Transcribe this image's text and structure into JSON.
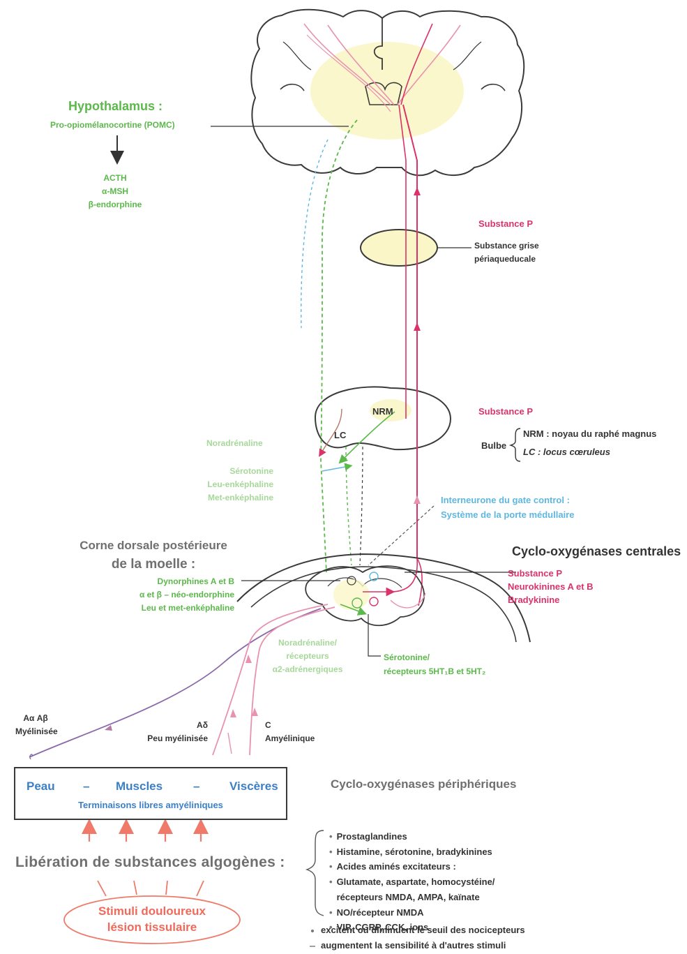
{
  "hypothalamus": {
    "title": "Hypothalamus :",
    "pomc": "Pro-opiomélanocortine (POMC)",
    "products": [
      "ACTH",
      "α-MSH",
      "β-endorphine"
    ]
  },
  "pag": {
    "neurotransmitter": "Substance P",
    "label_lines": [
      "Substance grise",
      "périaqueducale"
    ]
  },
  "bulbe": {
    "neurotransmitter": "Substance P",
    "nrm_label": "NRM",
    "lc_label": "LC",
    "title": "Bulbe",
    "nrm_def": "NRM : noyau du raphé magnus",
    "lc_def": "LC : locus cœruleus"
  },
  "descending": {
    "noradrenaline": "Noradrénaline",
    "peptides": [
      "Sérotonine",
      "Leu-enképhaline",
      "Met-enképhaline"
    ]
  },
  "gate_control": {
    "line1": "Interneurone du gate control :",
    "line2": "Système de la porte médullaire"
  },
  "dorsal_horn": {
    "title_lines": [
      "Corne dorsale postérieure",
      "de la moelle :"
    ],
    "peptides": [
      "Dynorphines A et B",
      "α et β – néo-endorphine",
      "Leu et met-enképhaline"
    ]
  },
  "central_cox": {
    "title": "Cyclo-oxygénases centrales",
    "mediators": [
      "Substance P",
      "Neurokinines A et B",
      "Bradykinine"
    ]
  },
  "spinal_receptors": {
    "noradr_lines": [
      "Noradrénaline/",
      "récepteurs",
      "α2-adrénergiques"
    ],
    "sero_lines": [
      "Sérotonine/",
      "récepteurs 5HT₁B et 5HT₂"
    ]
  },
  "fibers": {
    "aa_ab": [
      "Aα Aβ",
      "Myélinisée"
    ],
    "ad": [
      "Aδ",
      "Peu myélinisée"
    ],
    "c": [
      "C",
      "Amyélinique"
    ]
  },
  "tissues": {
    "items": [
      "Peau",
      "–",
      "Muscles",
      "–",
      "Viscères"
    ],
    "terminals": "Terminaisons libres amyéliniques"
  },
  "release": {
    "title": "Libération de substances algogènes :",
    "stimuli_lines": [
      "Stimuli douloureux",
      "lésion tissulaire"
    ]
  },
  "peripheral_cox": {
    "title": "Cyclo-oxygénases périphériques",
    "items": [
      "Prostaglandines",
      "Histamine, sérotonine, bradykinines",
      "Acides aminés excitateurs :",
      "Glutamate, aspartate, homocystéine/",
      "récepteurs NMDA, AMPA, kaïnate",
      "NO/récepteur NMDA",
      "VIP, CGRP, CCK, ions"
    ],
    "legend": [
      "excitent ou diminuent le seuil des nocicepteurs",
      "augmentent la sensibilité à d'autres stimuli"
    ]
  },
  "colors": {
    "ascending": "#d9336a",
    "ascending_light": "#e892b0",
    "descending": "#5bb84a",
    "gate": "#5fb7df",
    "outline": "#3a3a3a",
    "highlight": "#fbf6c8"
  }
}
